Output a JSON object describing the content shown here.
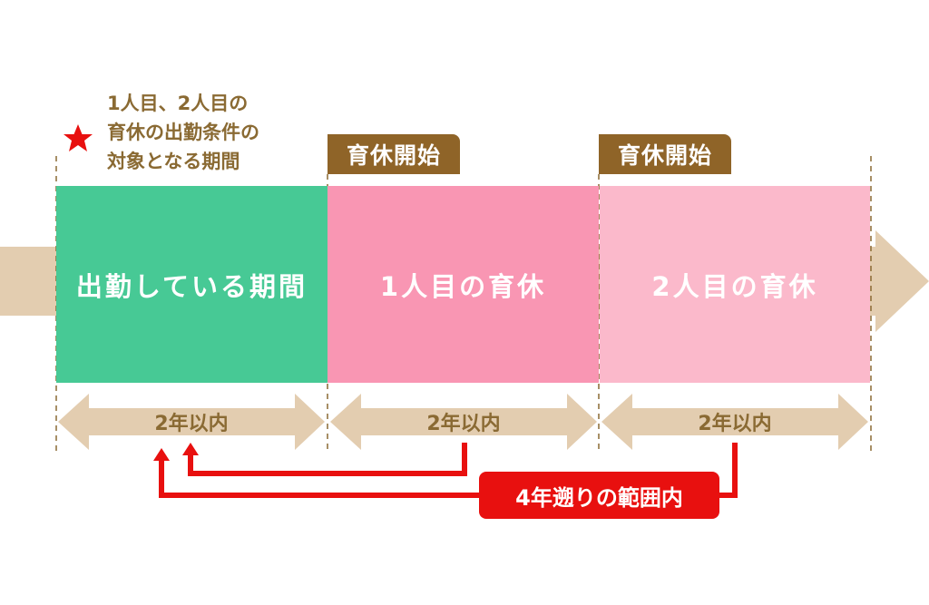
{
  "note": {
    "lines": [
      "1人目、2人目の",
      "育休の出勤条件の",
      "対象となる期間"
    ]
  },
  "periods": [
    {
      "label": "出勤している期間",
      "color": "#47c995"
    },
    {
      "label": "1人目の育休",
      "color": "#f996b3"
    },
    {
      "label": "2人目の育休",
      "color": "#fbb9cb"
    }
  ],
  "start_tags": [
    "育休開始",
    "育休開始"
  ],
  "spans": [
    "2年以内",
    "2年以内",
    "2年以内"
  ],
  "lookback_label": "4年遡りの範囲内",
  "colors": {
    "timeline": "#e3cdb0",
    "brown": "#8f6428",
    "red": "#e8100f"
  }
}
